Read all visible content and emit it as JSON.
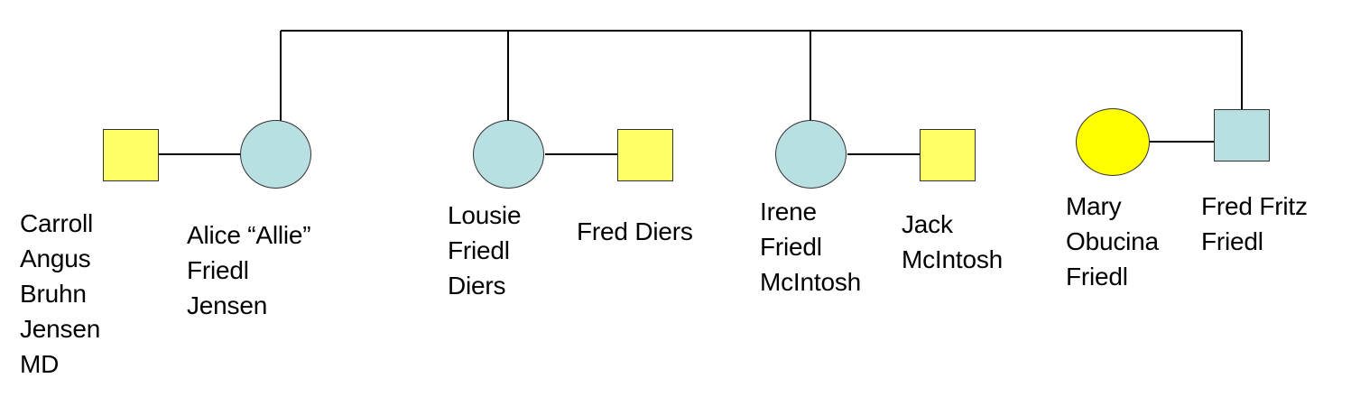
{
  "diagram": {
    "title": "Friedl family pedigree chart",
    "type": "pedigree-chart",
    "background_color": "#FFFFFF",
    "line_color": "#000000",
    "text_color": "#000000",
    "colors": {
      "male_fill": "#FFFF66",
      "female_fill": "#B8DFE2",
      "proband_female_fill": "#FFFF00",
      "proband_male_fill": "#B8DFE2",
      "stroke": "#333333"
    },
    "generations": [
      {
        "name": "parents",
        "members": [
          {
            "id": "mary-obucina-friedl",
            "label": "Mary\nObucina\nFriedl",
            "shape": "circle",
            "fill": "#FFFF00",
            "sex": "female"
          },
          {
            "id": "fred-fritz-friedl",
            "label": "Fred Fritz\nFriedl",
            "shape": "square",
            "fill": "#B8DFE2",
            "sex": "male"
          }
        ]
      },
      {
        "name": "children",
        "members": [
          {
            "id": "carroll-angus-bruhn-jensen-md",
            "label": "Carroll\nAngus\nBruhn\nJensen\nMD",
            "shape": "square",
            "fill": "#FFFF66",
            "sex": "male",
            "relation": "spouse"
          },
          {
            "id": "alice-allie-friedl-jensen",
            "label": "Alice “Allie”\nFriedl\nJensen",
            "shape": "circle",
            "fill": "#B8DFE2",
            "sex": "female",
            "relation": "child"
          },
          {
            "id": "lousie-friedl-diers",
            "label": "Lousie\nFriedl\nDiers",
            "shape": "circle",
            "fill": "#B8DFE2",
            "sex": "female",
            "relation": "child"
          },
          {
            "id": "fred-diers",
            "label": "Fred Diers",
            "shape": "square",
            "fill": "#FFFF66",
            "sex": "male",
            "relation": "spouse"
          },
          {
            "id": "irene-friedl-mcintosh",
            "label": "Irene\nFriedl\nMcIntosh",
            "shape": "circle",
            "fill": "#B8DFE2",
            "sex": "female",
            "relation": "child"
          },
          {
            "id": "jack-mcintosh",
            "label": "Jack\nMcIntosh",
            "shape": "square",
            "fill": "#FFFF66",
            "sex": "male",
            "relation": "spouse"
          }
        ]
      }
    ],
    "labels": {
      "carroll": "Carroll\nAngus\nBruhn\nJensen\nMD",
      "alice": "Alice “Allie”\nFriedl\nJensen",
      "lousie": "Lousie\nFriedl\nDiers",
      "fred_diers": "Fred Diers",
      "irene": "Irene\nFriedl\nMcIntosh",
      "jack": "Jack\nMcIntosh",
      "mary": "Mary\nObucina\nFriedl",
      "fred_fritz": "Fred Fritz\nFriedl"
    }
  }
}
